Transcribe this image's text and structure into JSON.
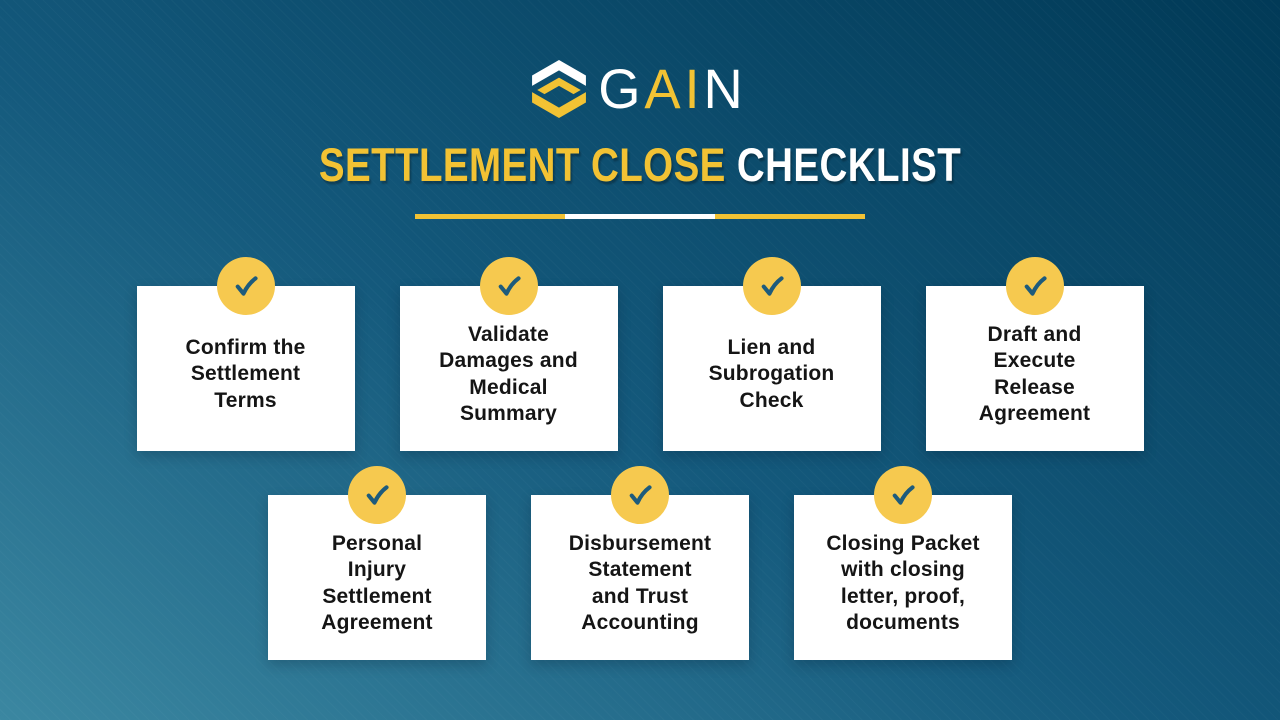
{
  "logo": {
    "icon": "gain-hexagon-monogram",
    "letters": [
      {
        "char": "G",
        "color": "#ffffff"
      },
      {
        "char": "A",
        "color": "#f2c233"
      },
      {
        "char": "I",
        "color": "#f2c233"
      },
      {
        "char": "N",
        "color": "#ffffff"
      }
    ]
  },
  "header": {
    "title_accent": "SETTLEMENT CLOSE ",
    "title_rest": "CHECKLIST"
  },
  "colors": {
    "background_bottom_left": "#3b87a1",
    "background_top_right": "#013a57",
    "accent_yellow": "#f2c233",
    "badge_yellow": "#f6c94f",
    "checkmark_teal": "#1d5b7c",
    "card_background": "#ffffff",
    "card_text": "#151515"
  },
  "checklist": {
    "badge_icon": "checkmark",
    "items": [
      {
        "label": "Confirm the Settlement Terms",
        "lines": [
          "Confirm the",
          "Settlement",
          "Terms"
        ]
      },
      {
        "label": "Validate Damages and Medical Summary",
        "lines": [
          "Validate",
          "Damages and",
          "Medical",
          "Summary"
        ]
      },
      {
        "label": "Lien and Subrogation Check",
        "lines": [
          "Lien and",
          "Subrogation",
          "Check"
        ]
      },
      {
        "label": "Draft and Execute Release Agreement",
        "lines": [
          "Draft and",
          "Execute",
          "Release",
          "Agreement"
        ]
      },
      {
        "label": "Personal Injury Settlement Agreement",
        "lines": [
          "Personal",
          "Injury",
          "Settlement",
          "Agreement"
        ]
      },
      {
        "label": "Disbursement Statement and Trust Accounting",
        "lines": [
          "Disbursement",
          "Statement",
          "and Trust",
          "Accounting"
        ]
      },
      {
        "label": "Closing Packet with closing letter, proof, documents",
        "lines": [
          "Closing Packet",
          "with closing",
          "letter, proof,",
          "documents"
        ]
      }
    ]
  }
}
